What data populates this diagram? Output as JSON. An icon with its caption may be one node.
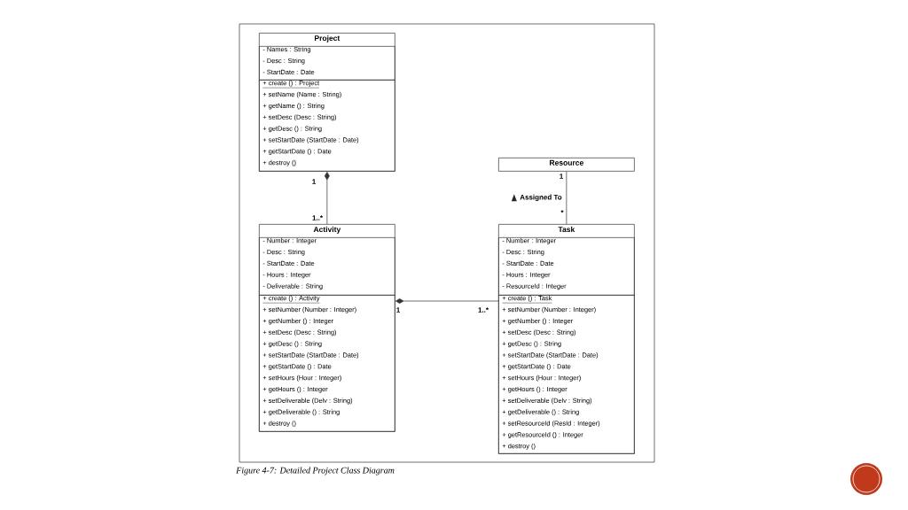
{
  "diagram": {
    "caption": "Figure 4-7: Detailed Project Class Diagram",
    "nodes": [
      {
        "text": [
          "Project"
        ]
      },
      {
        "text": [
          "- Names : String",
          "- Desc : String",
          "- StartDate : Date"
        ],
        "in": 0
      },
      {
        "text": [
          "+ create () : Project",
          "+ setName (Name : String)",
          "+ getName () : String",
          "+ setDesc (Desc : String)",
          "+ getDesc () : String",
          "+ setStartDate (StartDate : Date)",
          "+ getStartDate () : Date",
          "+ destroy ()"
        ],
        "in": 0
      },
      {
        "text": [
          "Resource"
        ]
      },
      {
        "text": [
          "Activity"
        ]
      },
      {
        "text": [
          "- Number : Integer",
          "- Desc : String",
          "- StartDate : Date",
          "- Hours : Integer",
          "- Deliverable : String"
        ],
        "in": 4
      },
      {
        "text": [
          "+ create () : Activity",
          "+ setNumber (Number : Integer)",
          "+ getNumber () : Integer",
          "+ setDesc (Desc : String)",
          "+ getDesc () : String",
          "+ setStartDate (StartDate : Date)",
          "+ getStartDate () : Date",
          "+ setHours (Hour : Integer)",
          "+ getHours () : Integer",
          "+ setDeliverable (Delv : String)",
          "+ getDeliverable () : String",
          "+ destroy ()"
        ],
        "in": 4
      },
      {
        "text": [
          "Task"
        ]
      },
      {
        "text": [
          "- Number : Integer",
          "- Desc : String",
          "- StartDate : Date",
          "- Hours : Integer",
          "- ResourceId : Integer"
        ],
        "in": 7
      },
      {
        "text": [
          "+ create () : Task",
          "+ setNumber (Number : Integer)",
          "+ getNumber () : Integer",
          "+ setDesc (Desc : String)",
          "+ getDesc () : String",
          "+ setStartDate (StartDate : Date)",
          "+ getStartDate () : Date",
          "+ setHours (Hour : Integer)",
          "+ getHours () : Integer",
          "+ setDeliverable (Delv : String)",
          "+ getDeliverable () : String",
          "+ setResourceId (ResId : Integer)",
          "+ getResourceId () : Integer",
          "+ destroy ()"
        ],
        "in": 7
      }
    ],
    "edges": [
      {
        "from": 0,
        "to": 4,
        "arrow": "other"
      },
      {
        "from": 4,
        "to": 7,
        "arrow": "other"
      },
      {
        "from": 3,
        "to": 7,
        "arrow": "none",
        "label": "Assigned To"
      }
    ],
    "labels": [
      "1",
      "1..*",
      "1",
      "1..*",
      "1",
      "*"
    ]
  }
}
